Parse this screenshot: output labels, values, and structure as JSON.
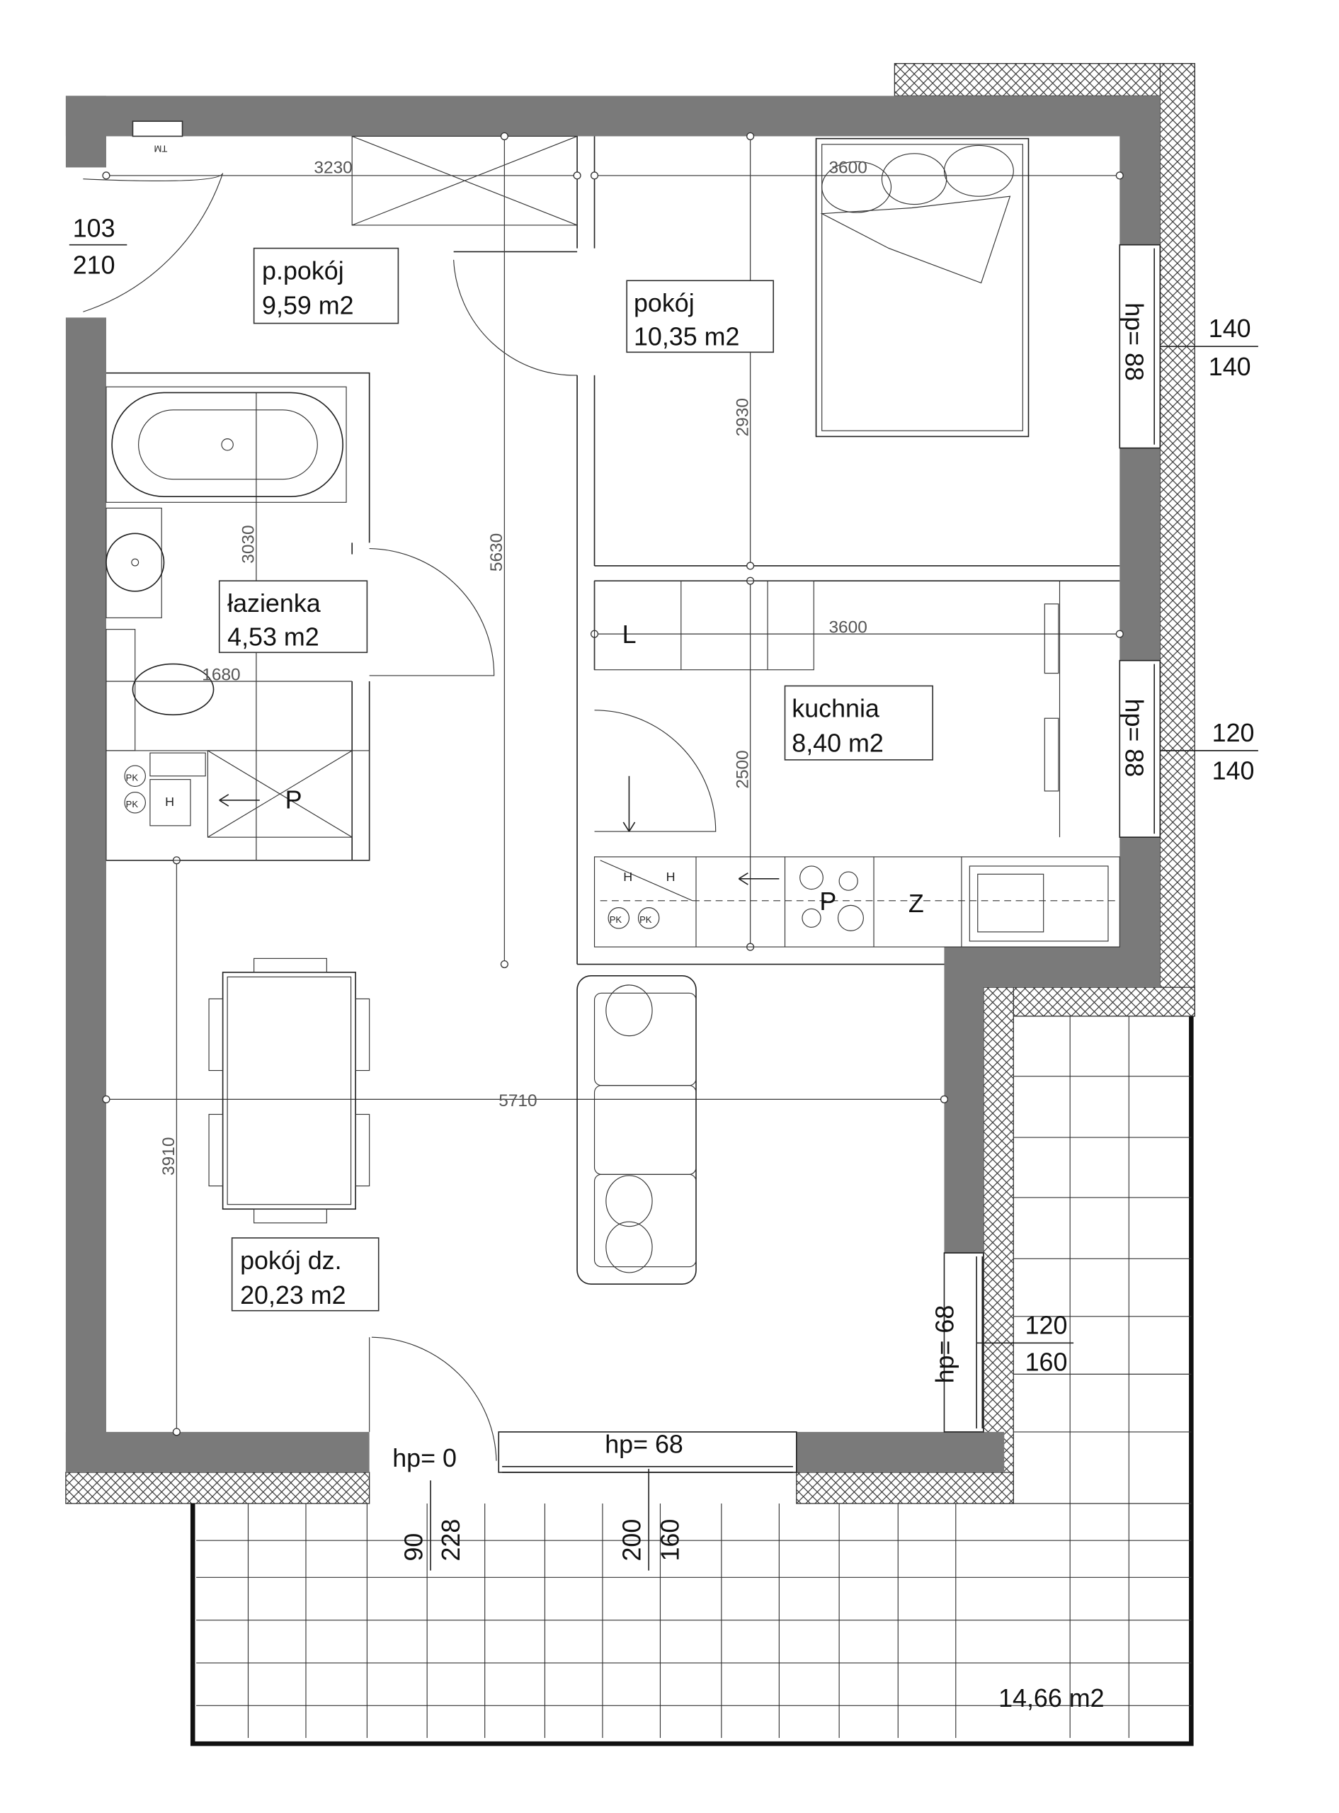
{
  "rooms": {
    "hall": {
      "name": "p.pokój",
      "area": "9,59 m2"
    },
    "bedroom": {
      "name": "pokój",
      "area": "10,35 m2"
    },
    "bathroom": {
      "name": "łazienka",
      "area": "4,53 m2"
    },
    "kitchen": {
      "name": "kuchnia",
      "area": "8,40 m2"
    },
    "living": {
      "name": "pokój dz.",
      "area": "20,23 m2"
    },
    "balcony": {
      "area": "14,66 m2"
    }
  },
  "dimensions": {
    "hall_width": "3230",
    "bedroom_width": "3600",
    "bedroom_depth": "2930",
    "hall_depth": "5630",
    "bath_depth": "3030",
    "bath_width": "1680",
    "kitchen_width": "3600",
    "kitchen_depth": "2500",
    "living_width": "5710",
    "living_depth": "3910"
  },
  "openings": {
    "entry_door": {
      "width": "103",
      "height": "210"
    },
    "bedroom_window": {
      "width": "140",
      "height": "140",
      "sill": "hp= 88"
    },
    "kitchen_window": {
      "width": "120",
      "height": "140",
      "sill": "hp= 88"
    },
    "living_side_window": {
      "width": "120",
      "height": "160",
      "sill": "hp= 68"
    },
    "balcony_door": {
      "width": "90",
      "height": "228",
      "sill": "hp= 0"
    },
    "living_window": {
      "width": "200",
      "height": "160",
      "sill": "hp= 68"
    }
  },
  "symbols": {
    "fridge": "L",
    "washer_p": "P",
    "kitchen_p": "P",
    "sink_z": "Z",
    "heater": "H",
    "pk": "PK",
    "tm": "TM"
  }
}
